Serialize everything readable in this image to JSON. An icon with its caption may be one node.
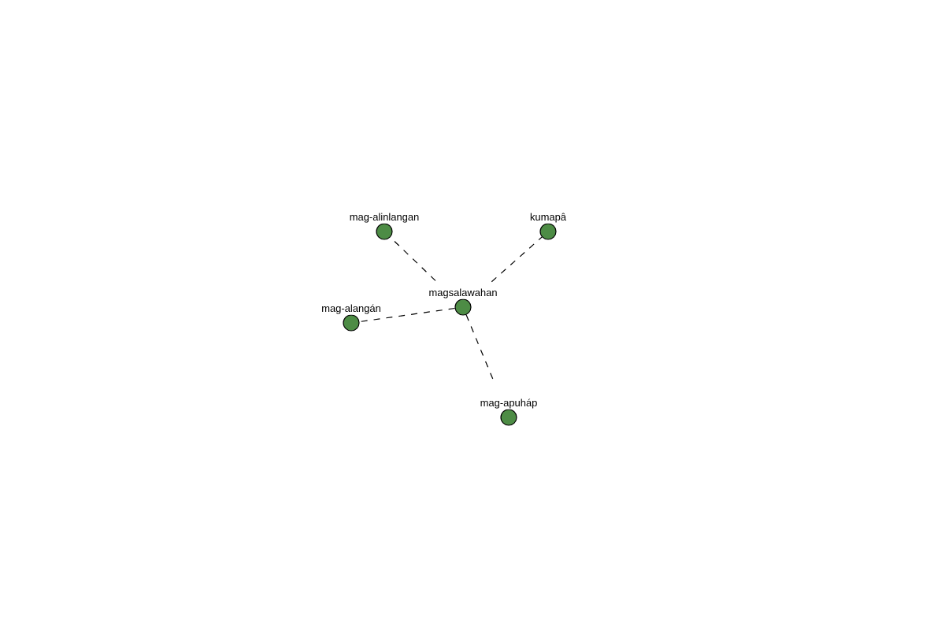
{
  "diagram": {
    "nodes": [
      {
        "text": [
          "magsalawahan"
        ]
      },
      {
        "text": [
          "mag-alinlangan"
        ]
      },
      {
        "text": [
          "kumapâ"
        ]
      },
      {
        "text": [
          "mag-alangán"
        ]
      },
      {
        "text": [
          "mag-apuháp"
        ]
      }
    ],
    "edges": [
      {
        "from": 0,
        "to": 1,
        "arrow": "none",
        "style": "dashed"
      },
      {
        "from": 0,
        "to": 2,
        "arrow": "none",
        "style": "dashed"
      },
      {
        "from": 0,
        "to": 3,
        "arrow": "none",
        "style": "dashed"
      },
      {
        "from": 0,
        "to": 4,
        "arrow": "none",
        "style": "dashed"
      }
    ]
  }
}
